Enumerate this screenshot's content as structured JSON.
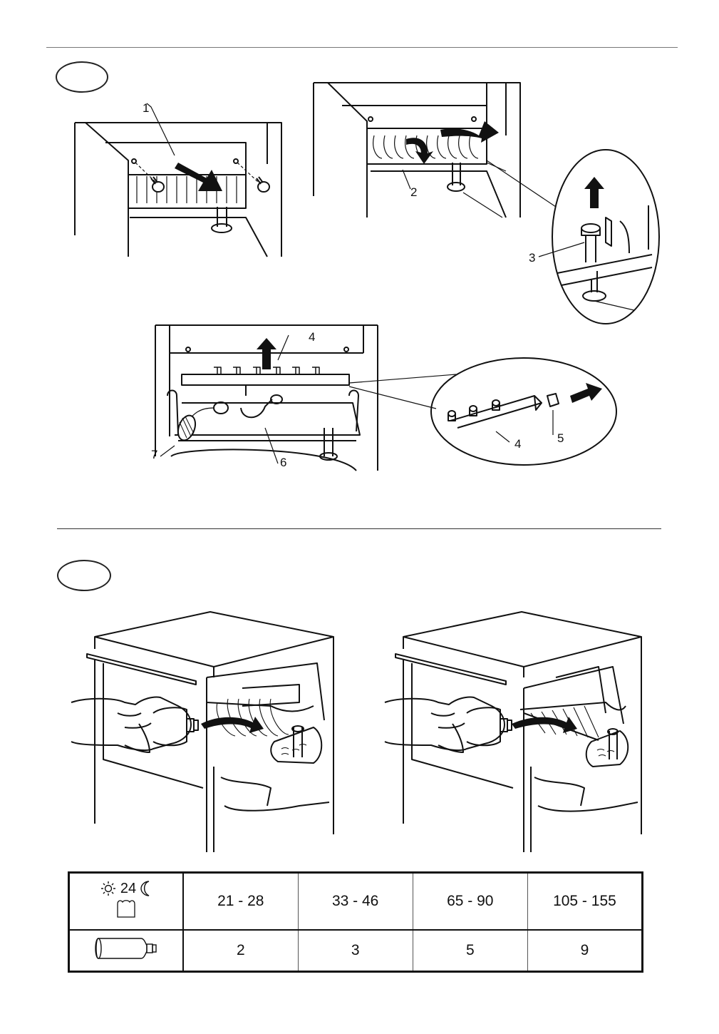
{
  "figure_a": {
    "callouts": {
      "c1": "1",
      "c2": "2",
      "c3": "3",
      "c4a": "4",
      "c4b": "4",
      "c5": "5",
      "c6": "6",
      "c7": "7"
    }
  },
  "table": {
    "header_temp": "24",
    "columns": [
      "21 - 28",
      "33 - 46",
      "65 - 90",
      "105 - 155"
    ],
    "bottles": [
      "2",
      "3",
      "5",
      "9"
    ],
    "icons": [
      "sun-icon",
      "moon-icon",
      "container-icon",
      "bottle-icon"
    ]
  }
}
